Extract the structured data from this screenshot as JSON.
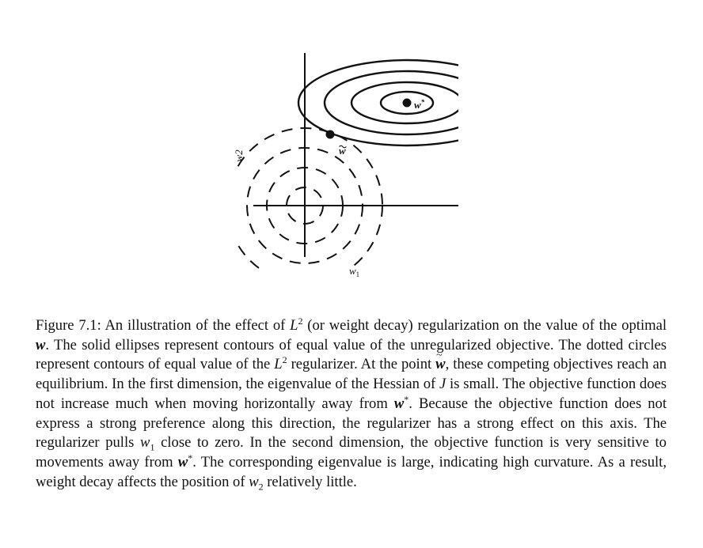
{
  "figure": {
    "axis_x_label": "w",
    "axis_x_label_sub": "1",
    "axis_y_label": "w2",
    "optimum_label": "w",
    "optimum_label_sup": "*",
    "equilibrium_label": "w"
  },
  "caption": {
    "p01": "Figure 7.1: An illustration of the effect of ",
    "p02": "L",
    "p03": "2",
    "p04": " (or weight decay) regularization on the value of the optimal ",
    "p05": "w",
    "p06": ". The solid ellipses represent contours of equal value of the unregularized objective. The dotted circles represent contours of equal value of the ",
    "p07": "L",
    "p08": "2",
    "p09": " regularizer. At the point ",
    "p10": "w",
    "p11": ", these competing objectives reach an equilibrium. In the first dimension, the eigenvalue of the Hessian of ",
    "p12": "J",
    "p13": " is small. The objective function does not increase much when moving horizontally away from ",
    "p14": "w",
    "p15": "*",
    "p16": ". Because the objective function does not express a strong preference along this direction, the regularizer has a strong effect on this axis. The regularizer pulls ",
    "p17": "w",
    "p18": "1",
    "p19": " close to zero. In the second dimension, the objective function is very sensitive to movements away from ",
    "p20": "w",
    "p21": "*",
    "p22": ". The corresponding eigenvalue is large, indicating high curvature. As a result, weight decay affects the position of ",
    "p23": "w",
    "p24": "2",
    "p25": " relatively little."
  }
}
